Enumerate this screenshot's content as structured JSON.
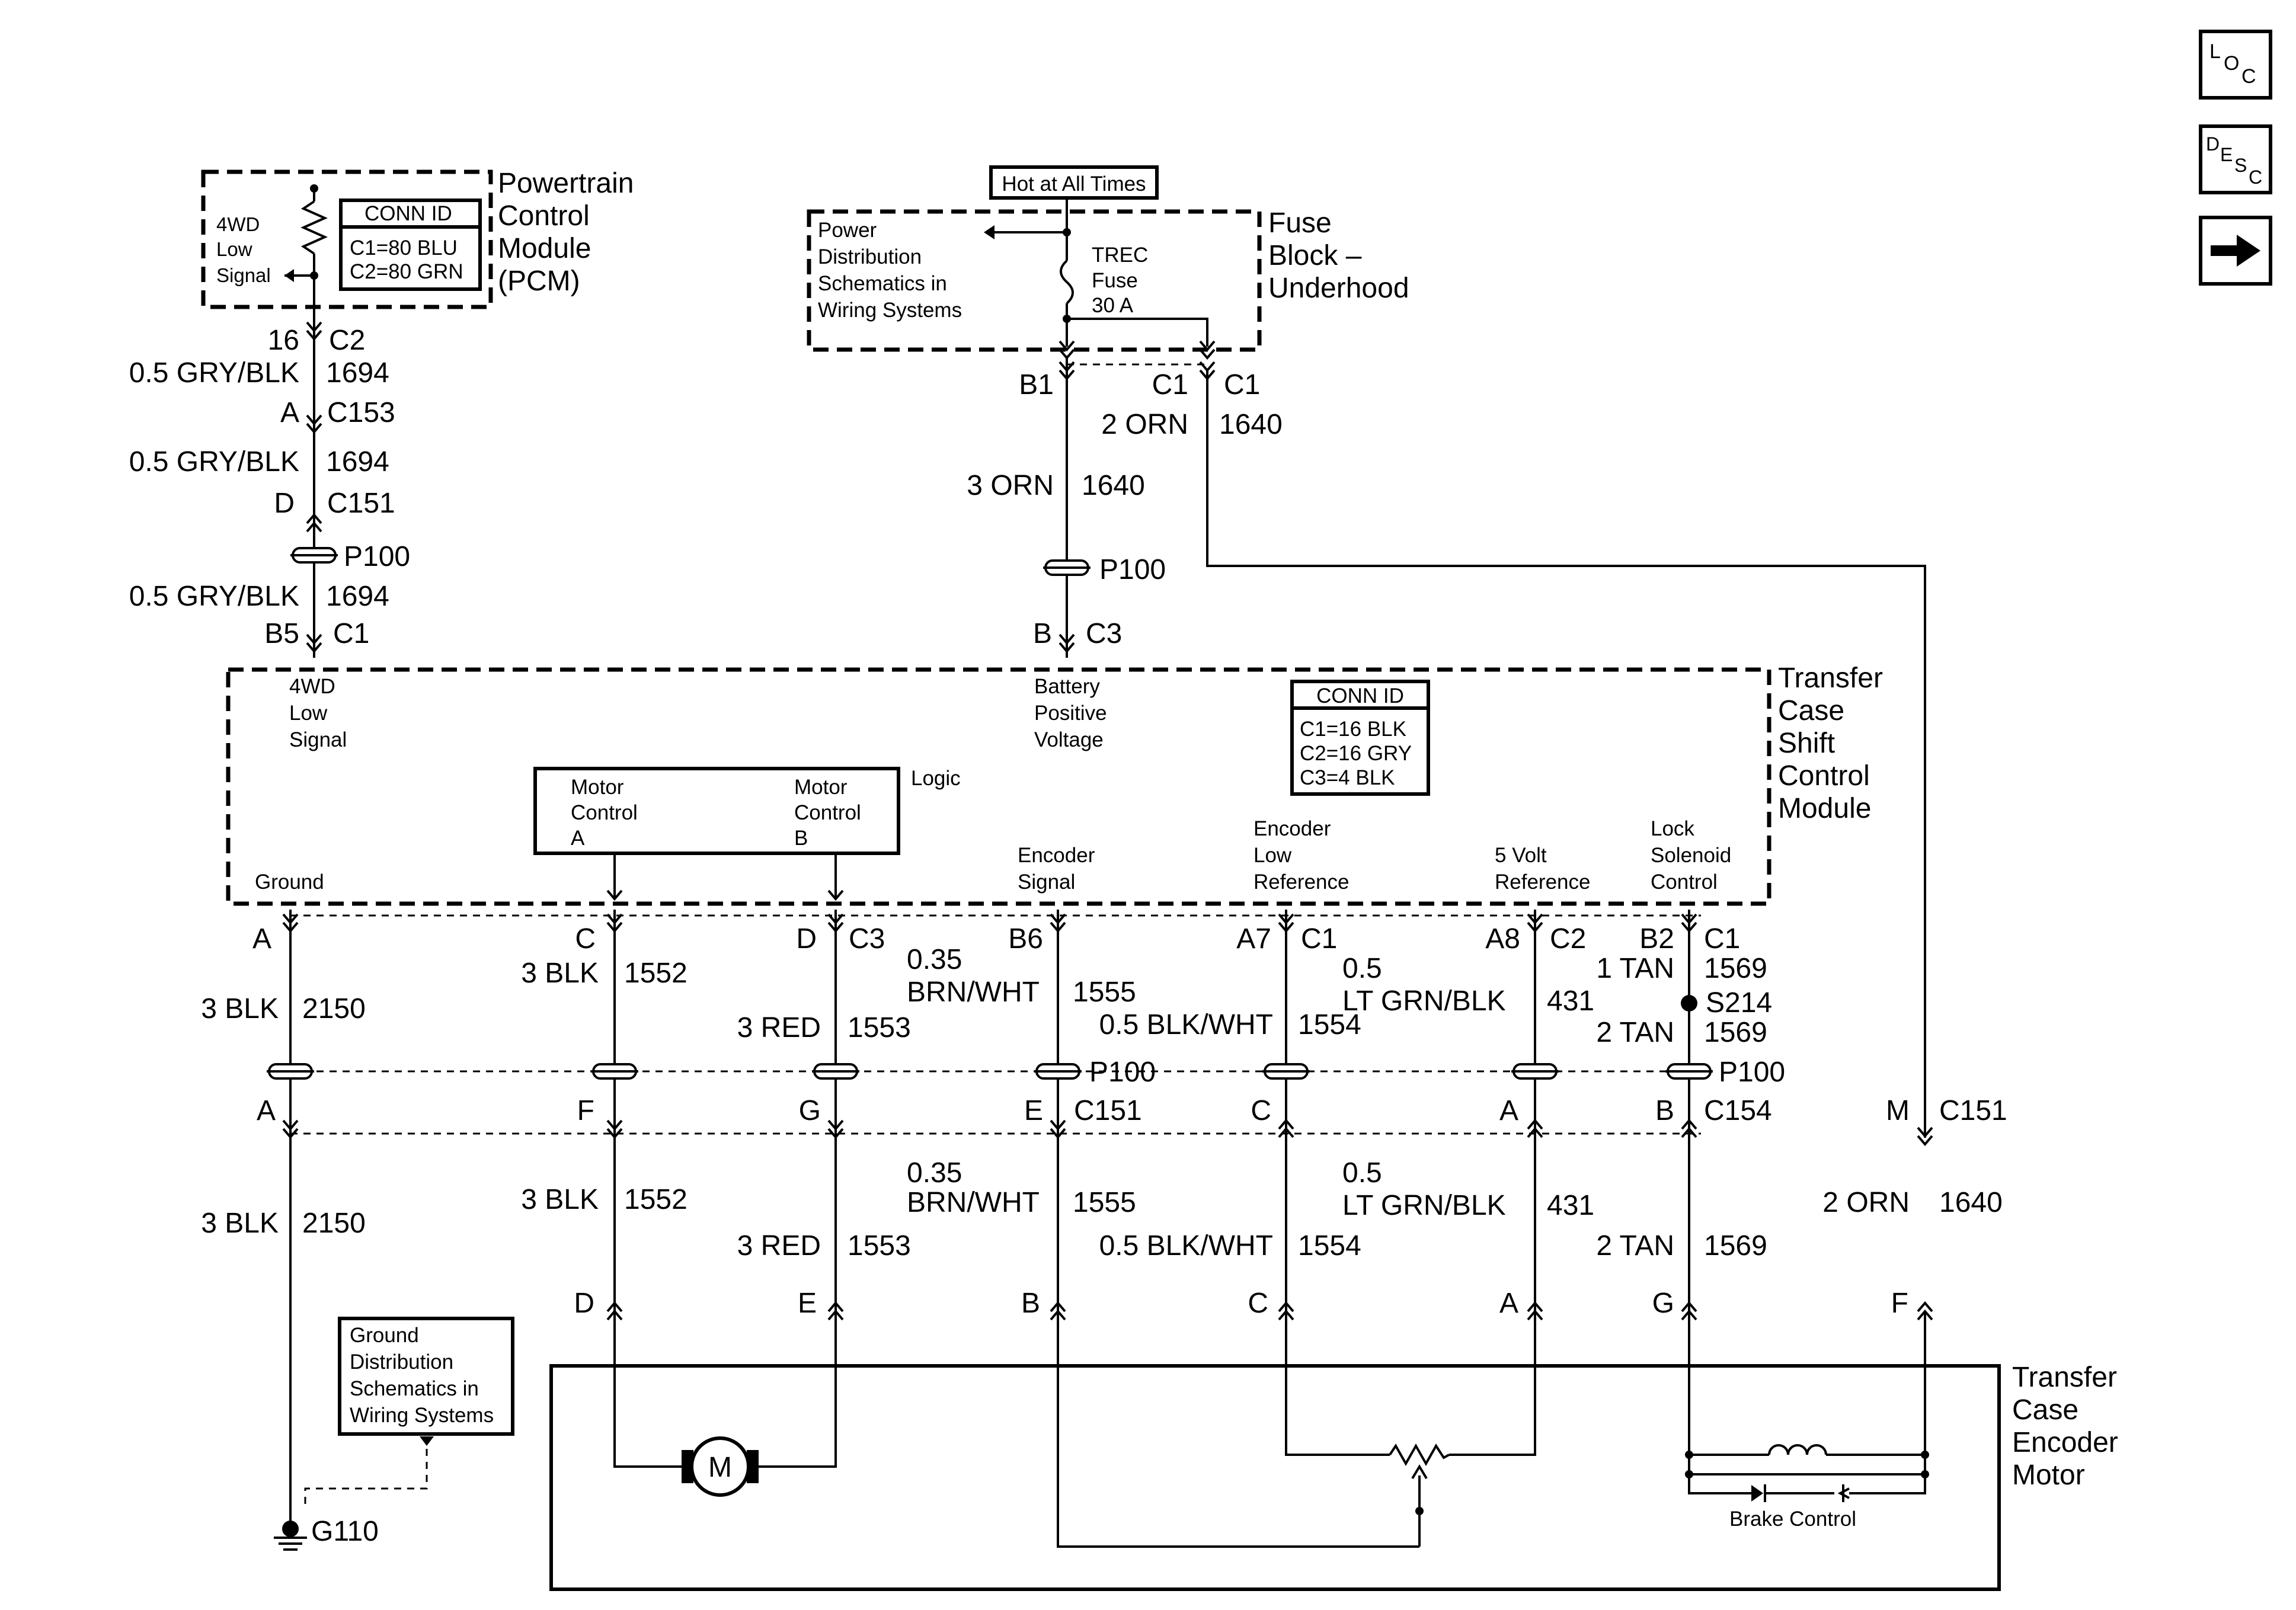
{
  "nav": {
    "loc_icon": "loc-icon",
    "desc_icon": "desc-icon",
    "next_icon": "arrow-right-icon"
  },
  "pcm": {
    "title_lines": [
      "Powertrain",
      "Control",
      "Module",
      "(PCM)"
    ],
    "conn_id_title": "CONN ID",
    "conn_id_lines": [
      "C1=80 BLU",
      "C2=80 GRN"
    ],
    "signal_lines": [
      "4WD",
      "Low",
      "Signal"
    ]
  },
  "fuse_block": {
    "hot_label": "Hot at All Times",
    "title_lines": [
      "Fuse",
      "Block –",
      "Underhood"
    ],
    "power_dist_lines": [
      "Power",
      "Distribution",
      "Schematics in",
      "Wiring Systems"
    ],
    "fuse_lines": [
      "TREC",
      "Fuse",
      "30 A"
    ]
  },
  "left_circuit": {
    "pin_c2_num": "16",
    "pin_c2_conn": "C2",
    "wire_1": "0.5 GRY/BLK",
    "circuit_1": "1694",
    "pin_c153_pin": "A",
    "pin_c153_conn": "C153",
    "wire_2": "0.5 GRY/BLK",
    "circuit_2": "1694",
    "pin_c151_pin": "D",
    "pin_c151_conn": "C151",
    "p100": "P100",
    "wire_3": "0.5 GRY/BLK",
    "circuit_3": "1694",
    "pin_tcsm_pin": "B5",
    "pin_tcsm_conn": "C1"
  },
  "battery_circuit": {
    "b1": "B1",
    "c1a": "C1",
    "c1b": "C1",
    "wire_2orn": "2 ORN",
    "circuit_1640": "1640",
    "wire_3orn": "3 ORN",
    "circuit_1640b": "1640",
    "p100": "P100",
    "pin_b": "B",
    "conn_c3": "C3"
  },
  "tcsm": {
    "title_lines": [
      "Transfer",
      "Case",
      "Shift",
      "Control",
      "Module"
    ],
    "signal_lines": [
      "4WD",
      "Low",
      "Signal"
    ],
    "battery_lines": [
      "Battery",
      "Positive",
      "Voltage"
    ],
    "conn_id_title": "CONN ID",
    "conn_id_lines": [
      "C1=16 BLK",
      "C2=16 GRY",
      "C3=4 BLK"
    ],
    "logic": "Logic",
    "motor_a_lines": [
      "Motor",
      "Control",
      "A"
    ],
    "motor_b_lines": [
      "Motor",
      "Control",
      "B"
    ],
    "ground": "Ground",
    "enc_signal_lines": [
      "Encoder",
      "Signal"
    ],
    "enc_low_ref_lines": [
      "Encoder",
      "Low",
      "Reference"
    ],
    "five_volt_lines": [
      "5 Volt",
      "Reference"
    ],
    "lock_sol_lines": [
      "Lock",
      "Solenoid",
      "Control"
    ]
  },
  "bottom_circuits": {
    "top_pins": [
      {
        "pin": "A",
        "conn": ""
      },
      {
        "pin": "C",
        "conn": ""
      },
      {
        "pin": "D",
        "conn": "C3"
      },
      {
        "pin": "B6",
        "conn": ""
      },
      {
        "pin": "A7",
        "conn": "C1"
      },
      {
        "pin": "A8",
        "conn": "C2"
      },
      {
        "pin": "B2",
        "conn": "C1"
      }
    ],
    "upper_wires": [
      {
        "wire": "3 BLK",
        "circuit": "2150"
      },
      {
        "wire": "3 BLK",
        "circuit": "1552"
      },
      {
        "wire": "3 RED",
        "circuit": "1553"
      },
      {
        "wire_l1": "0.35",
        "wire_l2": "BRN/WHT",
        "circuit": "1555"
      },
      {
        "wire": "0.5 BLK/WHT",
        "circuit": "1554"
      },
      {
        "wire_l1": "0.5",
        "wire_l2": "LT GRN/BLK",
        "circuit": "431"
      },
      {
        "wire": "1 TAN",
        "circuit": "1569"
      }
    ],
    "s214": "S214",
    "s214_wire": "2 TAN",
    "s214_circuit": "1569",
    "p100": "P100",
    "mid_pins": [
      "A",
      "F",
      "G",
      "E",
      "C",
      "A",
      "B",
      "M"
    ],
    "mid_conns": {
      "c151": "C151",
      "c154": "C154",
      "c151m": "C151"
    },
    "lower_wires": [
      {
        "wire": "3 BLK",
        "circuit": "2150"
      },
      {
        "wire": "3 BLK",
        "circuit": "1552"
      },
      {
        "wire": "3 RED",
        "circuit": "1553"
      },
      {
        "wire_l1": "0.35",
        "wire_l2": "BRN/WHT",
        "circuit": "1555"
      },
      {
        "wire": "0.5 BLK/WHT",
        "circuit": "1554"
      },
      {
        "wire_l1": "0.5",
        "wire_l2": "LT GRN/BLK",
        "circuit": "431"
      },
      {
        "wire": "2 TAN",
        "circuit": "1569"
      },
      {
        "wire": "2 ORN",
        "circuit": "1640"
      }
    ],
    "motor_pins": [
      "D",
      "E",
      "B",
      "C",
      "A",
      "G",
      "F"
    ]
  },
  "ground_box": {
    "lines": [
      "Ground",
      "Distribution",
      "Schematics in",
      "Wiring Systems"
    ],
    "g110": "G110"
  },
  "encoder_motor": {
    "title_lines": [
      "Transfer",
      "Case",
      "Encoder",
      "Motor"
    ],
    "motor_symbol": "M",
    "brake": "Brake Control"
  }
}
